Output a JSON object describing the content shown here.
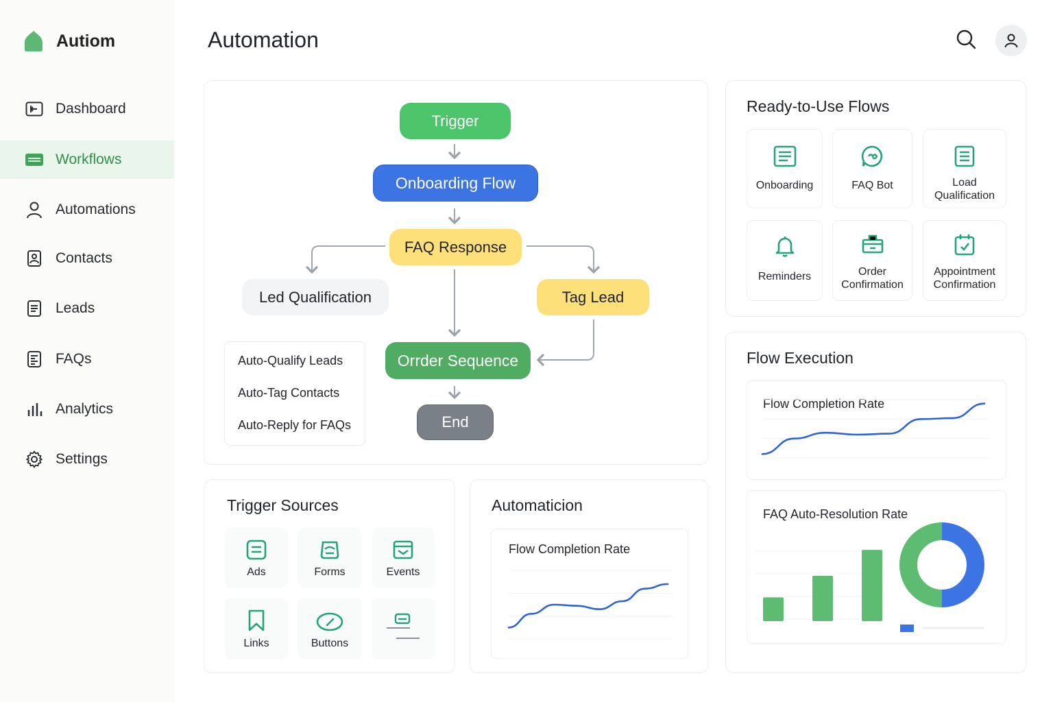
{
  "brand": {
    "name": "Autiom",
    "color": "#5cb874"
  },
  "sidebar": {
    "items": [
      {
        "label": "Dashboard",
        "icon": "dashboard-icon",
        "active": false
      },
      {
        "label": "Workflows",
        "icon": "workflows-icon",
        "active": true
      },
      {
        "label": "Automations",
        "icon": "person-icon",
        "active": false
      },
      {
        "label": "Contacts",
        "icon": "contacts-icon",
        "active": false
      },
      {
        "label": "Leads",
        "icon": "leads-icon",
        "active": false
      },
      {
        "label": "FAQs",
        "icon": "faqs-icon",
        "active": false
      },
      {
        "label": "Analytics",
        "icon": "analytics-icon",
        "active": false
      },
      {
        "label": "Settings",
        "icon": "gear-icon",
        "active": false
      }
    ]
  },
  "header": {
    "title": "Automation",
    "search_icon": "search-icon",
    "avatar_icon": "user-icon"
  },
  "workflow": {
    "nodes": {
      "trigger": "Trigger",
      "onboarding": "Onboarding Flow",
      "faq": "FAQ Response",
      "led": "Led Qualification",
      "tag": "Tag Lead",
      "order": "Orrder Sequence",
      "end": "End"
    },
    "automations": [
      "Auto-Qualify Leads",
      "Auto-Tag Contacts",
      "Auto-Reply for FAQs"
    ]
  },
  "ready_flows": {
    "title": "Ready-to-Use Flows",
    "items": [
      {
        "label_lines": [
          "Onboarding"
        ],
        "icon": "document-icon"
      },
      {
        "label_lines": [
          "FAQ Bot"
        ],
        "icon": "chat-bot-icon"
      },
      {
        "label_lines": [
          "Load",
          "Qualification"
        ],
        "icon": "list-icon"
      },
      {
        "label_lines": [
          "Reminders"
        ],
        "icon": "bell-icon"
      },
      {
        "label_lines": [
          "Order",
          "Confirmation"
        ],
        "icon": "order-box-icon"
      },
      {
        "label_lines": [
          "Appointment",
          "Confirmation"
        ],
        "icon": "calendar-check-icon"
      }
    ]
  },
  "trigger_sources": {
    "title": "Trigger Sources",
    "items": [
      {
        "label": "Ads",
        "icon": "ads-icon"
      },
      {
        "label": "Forms",
        "icon": "forms-icon"
      },
      {
        "label": "Events",
        "icon": "events-icon"
      },
      {
        "label": "Links",
        "icon": "bookmark-icon"
      },
      {
        "label": "Buttons",
        "icon": "button-icon"
      },
      {
        "label": "",
        "icon": "input-lines-icon"
      }
    ]
  },
  "automation_panel": {
    "title": "Automaticion",
    "chart_title": "Flow Completion Rate"
  },
  "flow_execution": {
    "title": "Flow Execution",
    "completion_title": "Flow Completion Rate",
    "faq_title": "FAQ  Auto-Resolution Rate"
  },
  "colors": {
    "green": "#4cc56a",
    "blue": "#3d74e4",
    "yellow": "#fde07a",
    "gray": "#7a8087",
    "line_blue": "#2f62d8"
  },
  "chart_data": [
    {
      "type": "line",
      "title": "Flow Completion Rate",
      "x": [
        0,
        1,
        2,
        3,
        4,
        5,
        6,
        7
      ],
      "series": [
        {
          "values": [
            10,
            22,
            30,
            29,
            26,
            33,
            44,
            48
          ]
        }
      ],
      "ylim": [
        0,
        60
      ],
      "grid": true
    },
    {
      "type": "line",
      "title": "Flow Completion Rate",
      "x": [
        0,
        1,
        2,
        3,
        4,
        5,
        6,
        7
      ],
      "series": [
        {
          "values": [
            4,
            20,
            26,
            24,
            25,
            40,
            41,
            56
          ]
        }
      ],
      "ylim": [
        0,
        60
      ],
      "grid": true
    },
    {
      "type": "bar",
      "title": "FAQ  Auto-Resolution Rate",
      "categories": [
        "",
        "",
        ""
      ],
      "values": [
        34,
        65,
        102
      ],
      "ylim": [
        0,
        110
      ]
    },
    {
      "type": "pie",
      "title": "FAQ  Auto-Resolution Rate",
      "slices": [
        {
          "value": 50,
          "color": "#3d74e4"
        },
        {
          "value": 50,
          "color": "#5dbb72"
        }
      ]
    }
  ]
}
